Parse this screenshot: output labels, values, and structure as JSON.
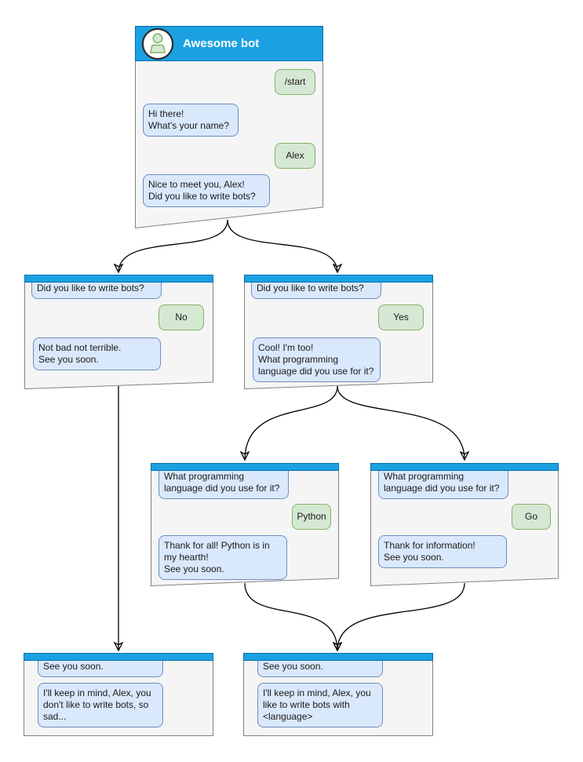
{
  "colors": {
    "header_blue": "#1ba1e2",
    "header_border": "#006eaf",
    "bot_bubble_fill": "#dae8fc",
    "bot_bubble_border": "#6c8ebf",
    "user_bubble_fill": "#d5e8d4",
    "user_bubble_border": "#82b366",
    "window_fill": "#f5f5f5",
    "window_border": "#828282",
    "arrow_color": "#000000"
  },
  "main_window": {
    "title": "Awesome bot",
    "avatar": "person-icon",
    "messages": {
      "start": "/start",
      "hi": "Hi there!\nWhat's your name?",
      "alex": "Alex",
      "nice": "Nice to meet you, Alex!\nDid you like to write bots?"
    }
  },
  "no_branch": {
    "question": "Did you like to write bots?",
    "answer": "No",
    "reply": "Not bad not terrible.\nSee you soon."
  },
  "yes_branch": {
    "question": "Did you like to write bots?",
    "answer": "Yes",
    "reply": "Cool! I'm too!\nWhat programming\nlanguage did you use for it?"
  },
  "python_branch": {
    "question": "What programming\nlanguage did you use for it?",
    "answer": "Python",
    "reply": "Thank for all! Python is in\nmy hearth!\nSee you soon."
  },
  "go_branch": {
    "question": "What programming\nlanguage did you use for it?",
    "answer": "Go",
    "reply": "Thank for information!\nSee you soon."
  },
  "end_no": {
    "first": "See you soon.",
    "second": "I'll keep in mind, Alex, you\ndon't like to write bots, so\nsad..."
  },
  "end_yes": {
    "first": "See you soon.",
    "second": "I'll keep in mind, Alex, you\nlike to write bots with\n<language>"
  }
}
